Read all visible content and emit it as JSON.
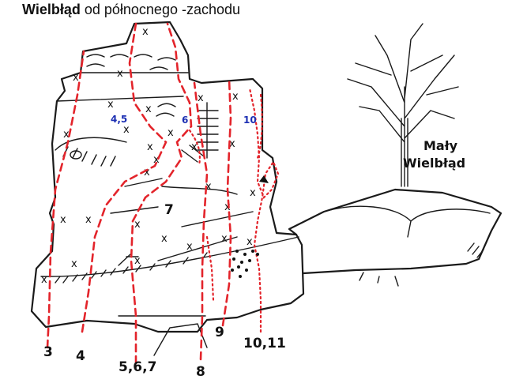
{
  "title": {
    "bold": "Wielbłąd",
    "rest": " od północnego -zachodu"
  },
  "small_rock_label": {
    "line1": "Mały",
    "line2": "Wielbłąd"
  },
  "bottom_labels": [
    "3",
    "4",
    "5,6,7",
    "8",
    "9",
    "10,11"
  ],
  "side_label_7": "7",
  "blue_labels": [
    "4,5",
    "6",
    "10"
  ],
  "bolt_symbol": "x",
  "colors": {
    "route": "#e3242b",
    "blue": "#1c2fb3",
    "ink": "#1a1a1a"
  }
}
